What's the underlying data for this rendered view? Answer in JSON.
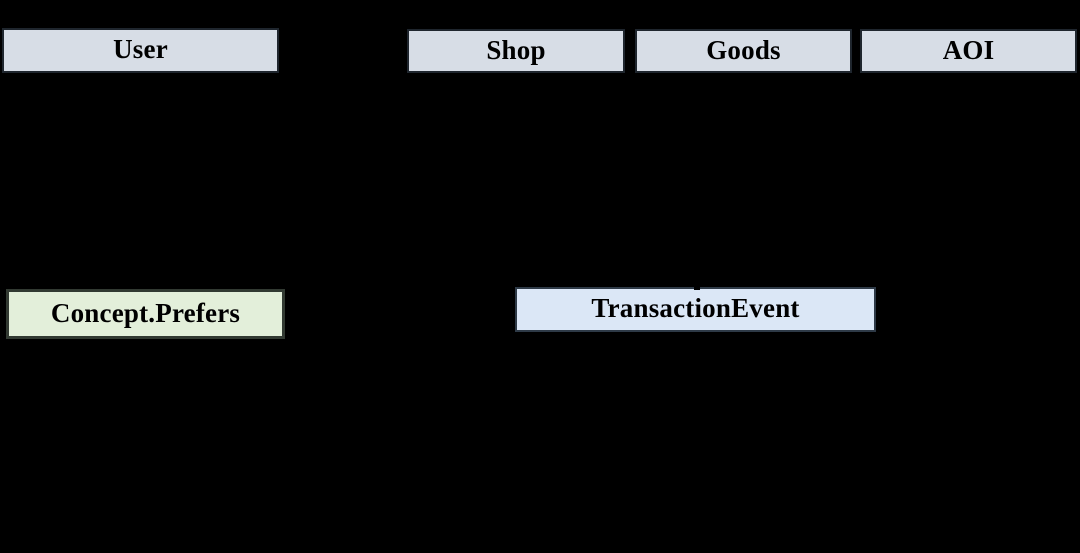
{
  "diagram": {
    "background_color": "#000000",
    "text_color": "#000000",
    "entities": [
      {
        "id": "user",
        "label": "User",
        "fill": "#d7dde6",
        "border": "#1f262e"
      },
      {
        "id": "shop",
        "label": "Shop",
        "fill": "#d7dde6",
        "border": "#1f262e"
      },
      {
        "id": "goods",
        "label": "Goods",
        "fill": "#d7dde6",
        "border": "#1f262e"
      },
      {
        "id": "aoi",
        "label": "AOI",
        "fill": "#d7dde6",
        "border": "#1f262e"
      },
      {
        "id": "concept_prefers",
        "label": "Concept.Prefers",
        "fill": "#e3efda",
        "border": "#323a32"
      },
      {
        "id": "transaction_event",
        "label": "TransactionEvent",
        "fill": "#dbe7f6",
        "border": "#2e3a47"
      }
    ]
  }
}
